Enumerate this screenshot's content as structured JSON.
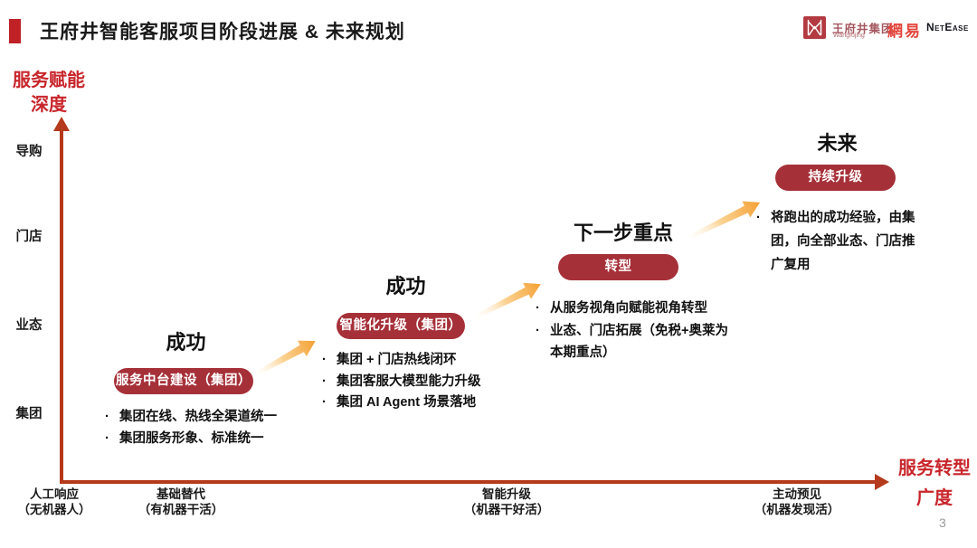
{
  "slide": {
    "title": "王府井智能客服项目阶段进展 & 未来规划",
    "page_number": "3"
  },
  "logos": {
    "wangfujing": {
      "name": "王府井集团",
      "sub": "Wangfujing"
    },
    "netease": {
      "cn": "網易",
      "en": "NetEase"
    }
  },
  "y_axis": {
    "title_line1": "服务赋能",
    "title_line2": "深度",
    "ticks": [
      "导购",
      "门店",
      "业态",
      "集团"
    ]
  },
  "x_axis": {
    "title_line1": "服务转型",
    "title_line2": "广度",
    "ticks": [
      {
        "line1": "人工响应",
        "line2": "（无机器人）"
      },
      {
        "line1": "基础替代",
        "line2": "（有机器干活）"
      },
      {
        "line1": "智能升级",
        "line2": "（机器干好活）"
      },
      {
        "line1": "主动预见",
        "line2": "（机器发现活）"
      }
    ]
  },
  "stages": [
    {
      "heading": "成功",
      "badge": "服务中台建设（集团）",
      "bullets": [
        "集团在线、热线全渠道统一",
        "集团服务形象、标准统一"
      ]
    },
    {
      "heading": "成功",
      "badge": "智能化升级（集团）",
      "bullets": [
        "集团 + 门店热线闭环",
        "集团客服大模型能力升级",
        "集团 AI Agent 场景落地"
      ]
    },
    {
      "heading": "下一步重点",
      "badge": "转型",
      "bullets": [
        "从服务视角向赋能视角转型",
        "业态、门店拓展（免税+奥莱为本期重点）"
      ]
    },
    {
      "heading": "未来",
      "badge": "持续升级",
      "bullets": [
        "将跑出的成功经验，由集团，向全部业态、门店推广复用"
      ]
    }
  ],
  "colors": {
    "title_bar_red": "#C02127",
    "accent_red": "#C8262B",
    "badge_red": "#A63038",
    "axis_red": "#B5391B",
    "arrow_orange": "#F5A033"
  }
}
